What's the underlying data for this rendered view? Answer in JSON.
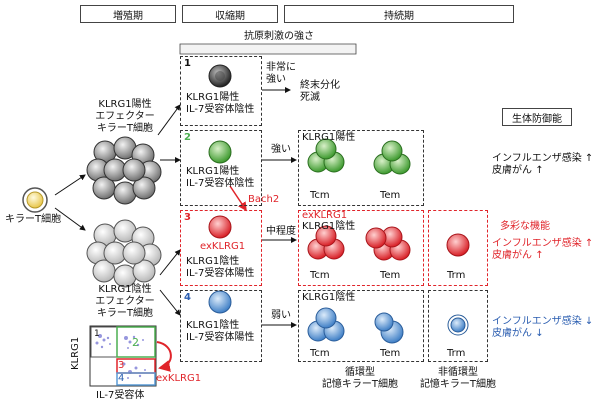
{
  "phases": {
    "expansion": "増殖期",
    "contraction": "収縮期",
    "memory": "持続期"
  },
  "antigen_strength": "抗原刺激の強さ",
  "naive": {
    "label": "キラーT細胞"
  },
  "klrg1_pos_effector": {
    "line1": "KLRG1陽性",
    "line2": "エフェクター",
    "line3": "キラーT細胞"
  },
  "klrg1_neg_effector": {
    "line1": "KLRG1陰性",
    "line2": "エフェクター",
    "line3": "キラーT細胞"
  },
  "subsets": [
    {
      "num": "1",
      "line1": "KLRG1陽性",
      "line2": "IL-7受容体陰性"
    },
    {
      "num": "2",
      "line1": "KLRG1陽性",
      "line2": "IL-7受容体陰性"
    },
    {
      "num": "3",
      "extra": "exKLRG1",
      "line1": "KLRG1陰性",
      "line2": "IL-7受容体陽性"
    },
    {
      "num": "4",
      "line1": "KLRG1陰性",
      "line2": "IL-7受容体陽性"
    }
  ],
  "bach2": "Bach2",
  "strengths": {
    "very_strong_1": "非常に",
    "very_strong_2": "強い",
    "strong": "強い",
    "medium": "中程度",
    "weak": "弱い"
  },
  "terminal": {
    "line1": "終末分化",
    "line2": "死滅"
  },
  "memory_groups": [
    {
      "title": "KLRG1陽性",
      "labels": [
        "Tcm",
        "Tem"
      ]
    },
    {
      "title1": "exKLRG1",
      "title2": "KLRG1陰性",
      "labels": [
        "Tcm",
        "Tem"
      ],
      "trm": "Trm"
    },
    {
      "title": "KLRG1陰性",
      "labels": [
        "Tcm",
        "Tem"
      ],
      "trm": "Trm"
    }
  ],
  "circulating": {
    "line1": "循環型",
    "line2": "記憶キラーT細胞"
  },
  "non_circulating": {
    "line1": "非循環型",
    "line2": "記憶キラーT細胞"
  },
  "host_defense": "生体防御能",
  "defense": [
    {
      "l1": "インフルエンザ感染",
      "a1": "↑",
      "l2": "皮膚がん",
      "a2": "↑"
    },
    {
      "head": "多彩な機能",
      "l1": "インフルエンザ感染",
      "a1": "↑",
      "l2": "皮膚がん",
      "a2": "↑"
    },
    {
      "l1": "インフルエンザ感染",
      "a1": "↓",
      "l2": "皮膚がん",
      "a2": "↓"
    }
  ],
  "flow": {
    "ylabel": "KLRG1",
    "xlabel": "IL-7受容体",
    "q1": "1",
    "q2": "2",
    "q3": "3",
    "q4": "4",
    "tag": "exKLRG1"
  },
  "colors": {
    "gray": "#8a8a8a",
    "light": "#e8e8e8",
    "green": "#4caf50",
    "red": "#e0242a",
    "blue": "#5b9bd5",
    "yellow": "#f5e08a"
  }
}
